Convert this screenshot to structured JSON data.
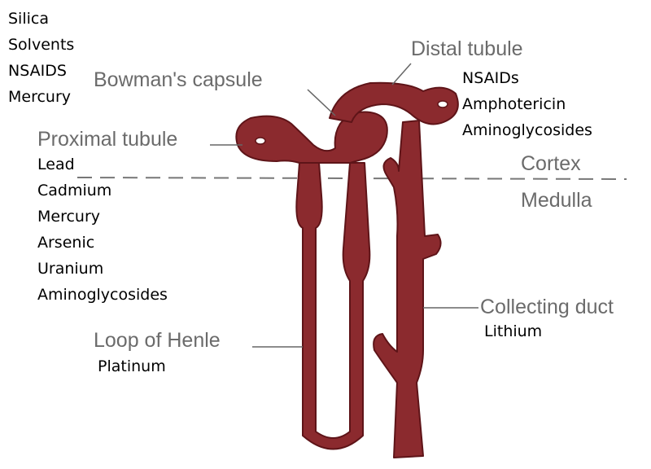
{
  "labels": {
    "proximal_tubule": "Proximal tubule",
    "bowmans_capsule": "Bowman's capsule",
    "distal_tubule": "Distal tubule",
    "loop_of_henle": "Loop of Henle",
    "collecting_duct": "Collecting duct",
    "cortex": "Cortex",
    "medulla": "Medulla"
  },
  "toxins": {
    "glomerulus": [
      "Silica",
      "Solvents",
      "NSAIDS",
      "Mercury"
    ],
    "proximal_tubule": [
      "Lead",
      "Cadmium",
      "Mercury",
      "Arsenic",
      "Uranium",
      "Aminoglycosides"
    ],
    "distal_tubule": [
      "NSAIDs",
      "Amphotericin",
      "Aminoglycosides"
    ],
    "loop_of_henle": [
      "Platinum"
    ],
    "collecting_duct": [
      "Lithium"
    ]
  },
  "colors": {
    "tubule": "#8b2a2e",
    "tubule_outline": "#5e1418",
    "text_label": "#6b6b6b"
  }
}
